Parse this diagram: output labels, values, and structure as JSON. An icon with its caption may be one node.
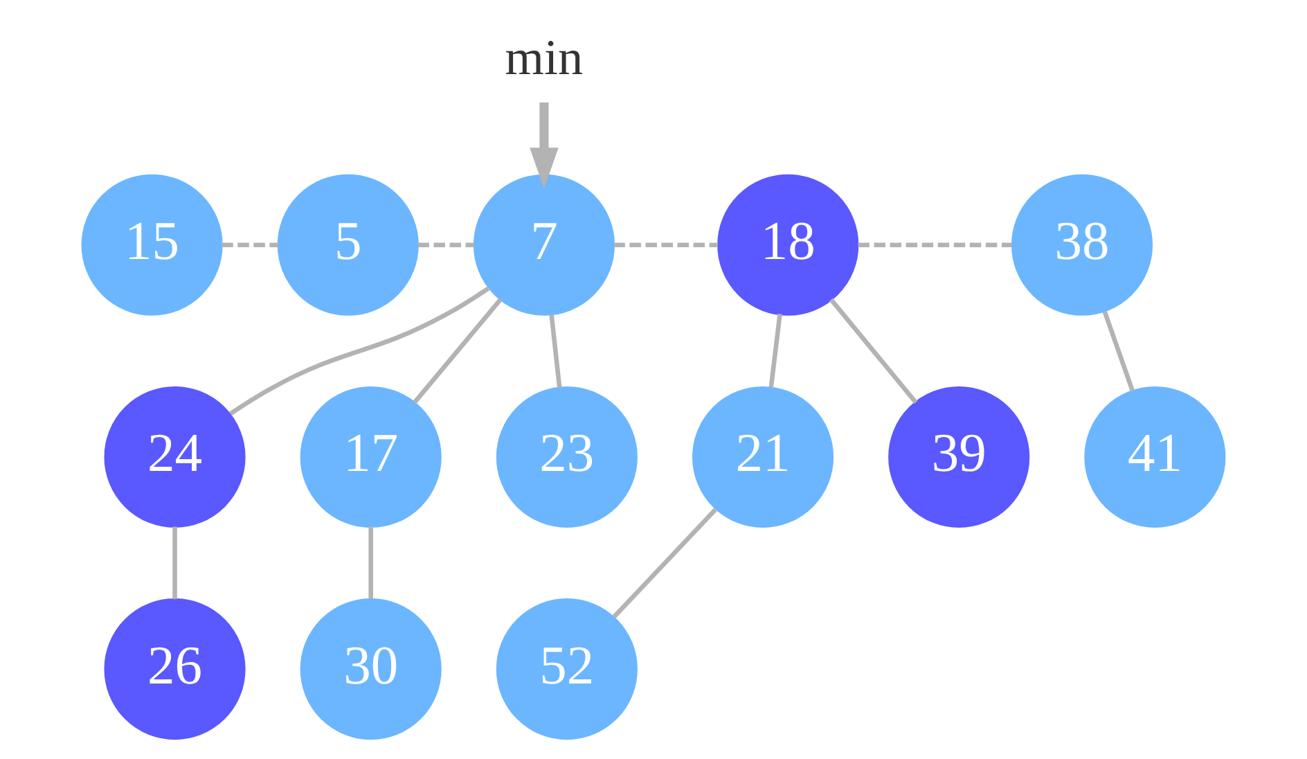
{
  "diagram": {
    "nodes": [
      {
        "text": [
          "min"
        ]
      },
      {
        "text": [
          "15"
        ]
      },
      {
        "text": [
          "5"
        ]
      },
      {
        "text": [
          "7"
        ]
      },
      {
        "text": [
          "18"
        ]
      },
      {
        "text": [
          "38"
        ]
      },
      {
        "text": [
          "24"
        ]
      },
      {
        "text": [
          "17"
        ]
      },
      {
        "text": [
          "23"
        ]
      },
      {
        "text": [
          "21"
        ]
      },
      {
        "text": [
          "39"
        ]
      },
      {
        "text": [
          "41"
        ]
      },
      {
        "text": [
          "26"
        ]
      },
      {
        "text": [
          "30"
        ]
      },
      {
        "text": [
          "52"
        ]
      }
    ],
    "edges": [
      {
        "from": 0,
        "to": 3,
        "arrow": "to",
        "style": "thick"
      },
      {
        "from": 1,
        "to": 2,
        "arrow": "none",
        "style": "dashed"
      },
      {
        "from": 2,
        "to": 3,
        "arrow": "none",
        "style": "dashed"
      },
      {
        "from": 3,
        "to": 4,
        "arrow": "none",
        "style": "dashed"
      },
      {
        "from": 4,
        "to": 5,
        "arrow": "none",
        "style": "dashed"
      },
      {
        "from": 3,
        "to": 6,
        "arrow": "none"
      },
      {
        "from": 3,
        "to": 7,
        "arrow": "none"
      },
      {
        "from": 3,
        "to": 8,
        "arrow": "none"
      },
      {
        "from": 4,
        "to": 9,
        "arrow": "none"
      },
      {
        "from": 4,
        "to": 10,
        "arrow": "none"
      },
      {
        "from": 5,
        "to": 11,
        "arrow": "none"
      },
      {
        "from": 6,
        "to": 12,
        "arrow": "none"
      },
      {
        "from": 7,
        "to": 13,
        "arrow": "none"
      },
      {
        "from": 9,
        "to": 14,
        "arrow": "none"
      }
    ]
  }
}
